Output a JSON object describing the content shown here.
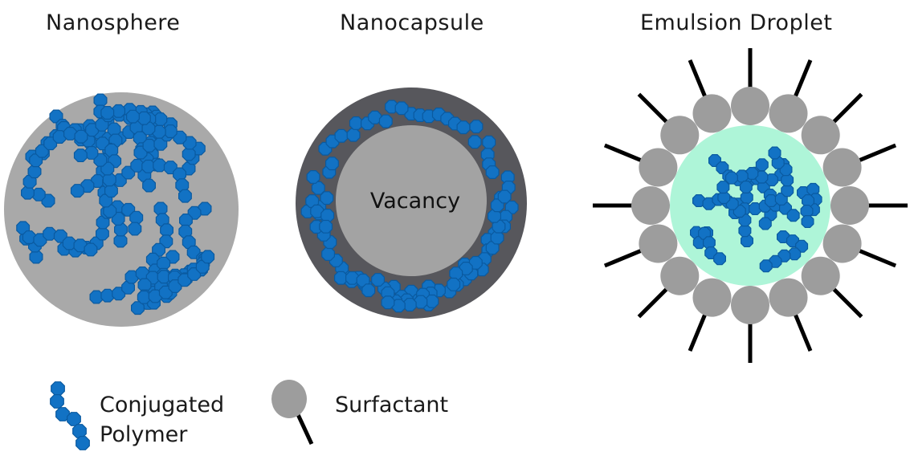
{
  "titles": {
    "nanosphere": "Nanosphere",
    "nanocapsule": "Nanocapsule",
    "emulsion": "Emulsion Droplet"
  },
  "nanocapsule": {
    "core_label": "Vacancy"
  },
  "legend": {
    "polymer_line1": "Conjugated",
    "polymer_line2": "Polymer",
    "surfactant": "Surfactant"
  },
  "colors": {
    "polymer": "#1272c4",
    "polymer_edge": "#0a5aa0",
    "nanosphere_fill": "#a9a9a9",
    "capsule_shell": "#57575c",
    "capsule_core": "#a3a3a3",
    "surfactant_head": "#9d9d9d",
    "surfactant_tail": "#000000",
    "droplet_core": "#aef5d8"
  },
  "icons": {
    "polymer": "polymer-chain-icon",
    "surfactant": "surfactant-icon"
  }
}
